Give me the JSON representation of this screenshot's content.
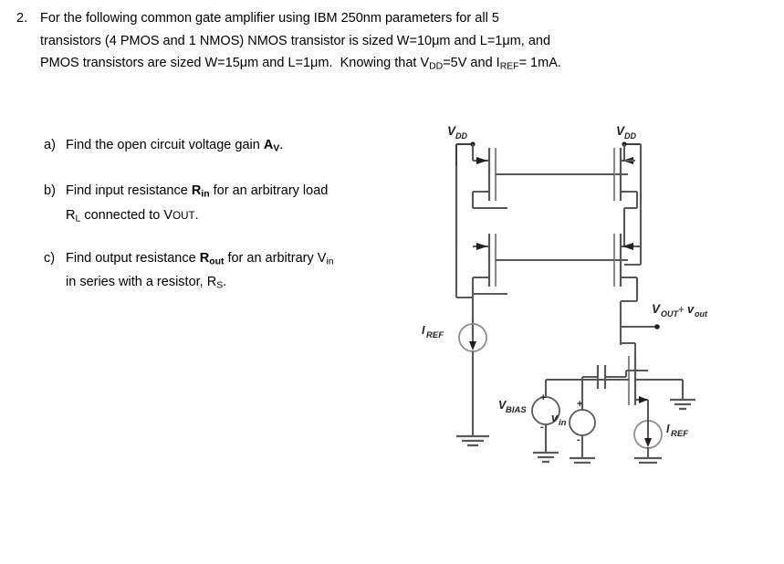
{
  "question": {
    "number": "2.",
    "body_line1": "For the following common gate amplifier using IBM 250nm parameters for all 5",
    "body_line2_a": "transistors (4 PMOS and 1 NMOS) NMOS transistor is sized W=10μm and L=1μm, and",
    "body_line3_a": "PMOS transistors are sized W=15μm and L=1μm.  Knowing that V",
    "body_line3_sub1": "DD",
    "body_line3_b": "=5V and I",
    "body_line3_sub2": "REF",
    "body_line3_c": "= 1mA."
  },
  "subquestions": [
    {
      "label": "a)",
      "pre": "Find the open circuit voltage gain ",
      "sym": "A",
      "sym_sub": "V",
      "post": "."
    },
    {
      "label": "b)",
      "pre": "Find input resistance ",
      "sym": "R",
      "sym_sub": "in",
      "post": " for an arbitrary load",
      "line2_pre": "R",
      "line2_sub": "L",
      "line2_mid": " connected to V",
      "line2_sub2": "OUT",
      "line2_post": "."
    },
    {
      "label": "c)",
      "pre": "Find output resistance ",
      "sym": "R",
      "sym_sub": "out",
      "post": " for an arbitrary V",
      "post_sub": "in",
      "line2_pre": "in series with a resistor, R",
      "line2_sub": "S",
      "line2_post": "."
    }
  ],
  "circuit": {
    "labels": {
      "vdd_left": "V",
      "vdd_left_sub": "DD",
      "vdd_right": "V",
      "vdd_right_sub": "DD",
      "iref_left": "I",
      "iref_left_sub": "REF",
      "iref_right": "I",
      "iref_right_sub": "REF",
      "vbias": "V",
      "vbias_sub": "BIAS",
      "vin": "v",
      "vin_sub": "in",
      "vout_cap": "V",
      "vout_cap_sub": "OUT",
      "vout_plus": "+",
      "vout_small": "v",
      "vout_small_sub": "out",
      "plus_vbias": "+",
      "minus_vbias": "-",
      "plus_vin": "+",
      "minus_vin": "-"
    },
    "colors": {
      "wire": "#58585a",
      "wire_dark": "#3f3f41",
      "text": "#231f20"
    },
    "components": [
      "pmos-cascode-left-top",
      "pmos-cascode-left-bottom",
      "pmos-cascode-right-top",
      "pmos-cascode-right-bottom",
      "nmos-output",
      "current-source-iref-left",
      "current-source-iref-right",
      "voltage-source-vbias",
      "voltage-source-vin",
      "coupling-capacitor",
      "ground-left",
      "ground-vbias",
      "ground-vin",
      "ground-iref-right",
      "ground-nmos-source"
    ]
  }
}
